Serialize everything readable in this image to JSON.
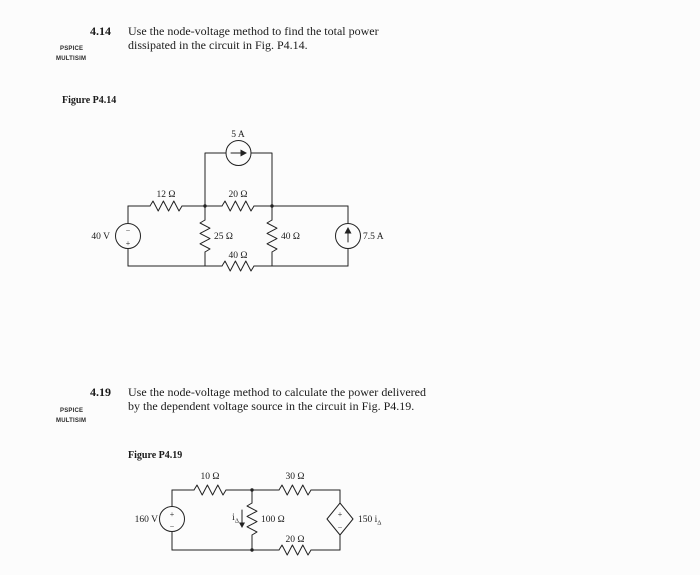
{
  "p414": {
    "number": "4.14",
    "statement": "Use the node-voltage method to find the total power dissipated in the circuit in Fig. P4.14.",
    "tag1": "PSPICE",
    "tag2": "MULTISIM",
    "figure_label": "Figure P4.14",
    "circuit": {
      "top_current_source": "5 A",
      "r_top_left": "12 Ω",
      "r_top_mid": "20 Ω",
      "v_source": "40 V",
      "r_mid_left": "25 Ω",
      "r_mid_right": "40 Ω",
      "right_current_source": "7.5 A",
      "r_bottom": "40 Ω",
      "plus": "+",
      "minus": "−"
    }
  },
  "p419": {
    "number": "4.19",
    "statement": "Use the node-voltage method to calculate the power delivered by the dependent voltage source in the circuit in Fig. P4.19.",
    "tag1": "PSPICE",
    "tag2": "MULTISIM",
    "figure_label": "Figure P4.19",
    "circuit": {
      "r_top_left": "10 Ω",
      "r_top_right": "30 Ω",
      "v_source": "160 V",
      "control_current_main": "i",
      "control_current_sub": "Δ",
      "r_mid": "100 Ω",
      "dep_source_main": "150 i",
      "dep_source_sub": "Δ",
      "r_bottom": "20 Ω",
      "plus": "+",
      "minus": "−"
    }
  }
}
